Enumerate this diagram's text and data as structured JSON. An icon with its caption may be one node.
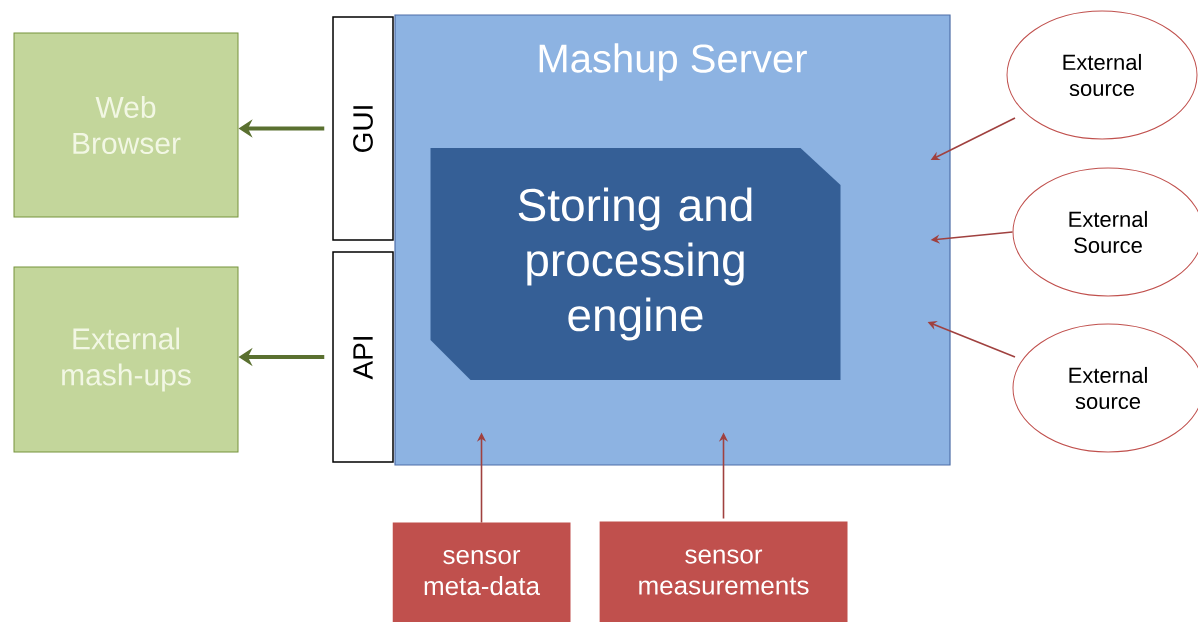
{
  "diagram": {
    "nodes": [
      {
        "text": [
          "Mashup Server"
        ]
      },
      {
        "text": [
          "Storing and processing engine"
        ],
        "in": 0
      },
      {
        "text": [
          "GUI"
        ]
      },
      {
        "text": [
          "API"
        ]
      },
      {
        "text": [
          "Web Browser"
        ]
      },
      {
        "text": [
          "External mash-ups"
        ]
      },
      {
        "text": [
          "External source"
        ]
      },
      {
        "text": [
          "External Source"
        ]
      },
      {
        "text": [
          "External source"
        ]
      },
      {
        "text": [
          "sensor meta-data"
        ]
      },
      {
        "text": [
          "sensor measurements"
        ]
      }
    ],
    "edges": [
      {
        "from": 2,
        "to": 4,
        "arrow": "to",
        "style": "thick",
        "color": "#5a7030"
      },
      {
        "from": 3,
        "to": 5,
        "arrow": "to",
        "style": "thick",
        "color": "#5a7030"
      },
      {
        "from": 6,
        "to": 0,
        "arrow": "to"
      },
      {
        "from": 7,
        "to": 0,
        "arrow": "to"
      },
      {
        "from": 8,
        "to": 0,
        "arrow": "to"
      },
      {
        "from": 9,
        "to": 0,
        "arrow": "to"
      },
      {
        "from": 10,
        "to": 0,
        "arrow": "to"
      }
    ]
  }
}
